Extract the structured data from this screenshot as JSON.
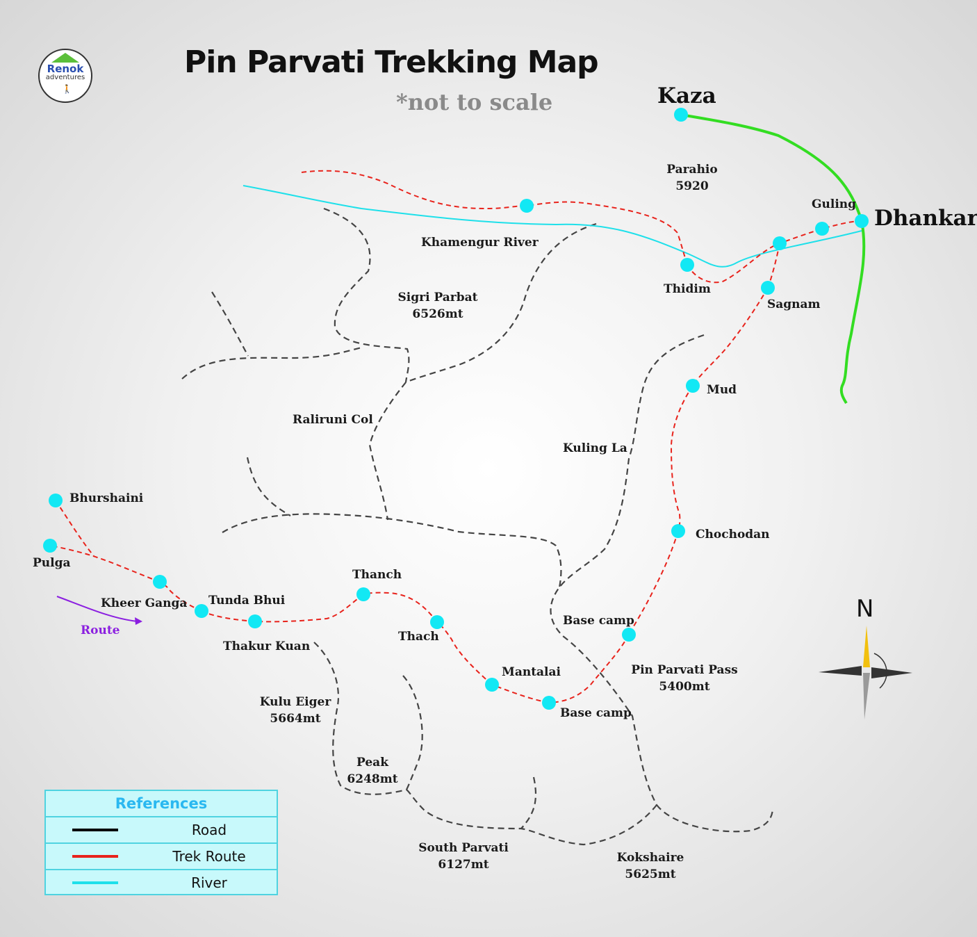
{
  "title": "Pin Parvati Trekking Map",
  "subtitle": "*not to scale",
  "logo": {
    "brand": "Renok",
    "sub": "adventures"
  },
  "colors": {
    "trek": "#e8231c",
    "river": "#1ee0ea",
    "road": "#33dd22",
    "ridge": "#444444",
    "marker": "#12e8f4",
    "route_arrow": "#8b1fe0"
  },
  "places": {
    "kaza": "Kaza",
    "dhankar": "Dhankar",
    "guling": "Guling",
    "parahio": "Parahio",
    "parahio_alt": "5920",
    "khamengur": "Khamengur River",
    "thidim": "Thidim",
    "sagnam": "Sagnam",
    "sigri": "Sigri Parbat",
    "sigri_alt": "6526mt",
    "raliruni": "Raliruni Col",
    "mud": "Mud",
    "kuling": "Kuling La",
    "chochodan": "Chochodan",
    "bhurshaini": "Bhurshaini",
    "pulga": "Pulga",
    "kheer_ganga": "Kheer Ganga",
    "tunda_bhui": "Tunda Bhui",
    "thakur_kuan": "Thakur Kuan",
    "thanch": "Thanch",
    "thach": "Thach",
    "base_camp_upper": "Base camp",
    "base_camp_lower": "Base camp",
    "mantalai": "Mantalai",
    "pin_parvati_pass": "Pin Parvati Pass",
    "pin_parvati_alt": "5400mt",
    "kulu_eiger": "Kulu Eiger",
    "kulu_eiger_alt": "5664mt",
    "peak": "Peak",
    "peak_alt": "6248mt",
    "south_parvati": "South Parvati",
    "south_parvati_alt": "6127mt",
    "kokshaire": "Kokshaire",
    "kokshaire_alt": "5625mt"
  },
  "route_label": "Route",
  "compass": {
    "north": "N"
  },
  "legend": {
    "title": "References",
    "items": [
      {
        "label": "Road",
        "color": "#000000"
      },
      {
        "label": "Trek Route",
        "color": "#e8231c"
      },
      {
        "label": "River",
        "color": "#1ee0ea"
      }
    ]
  }
}
